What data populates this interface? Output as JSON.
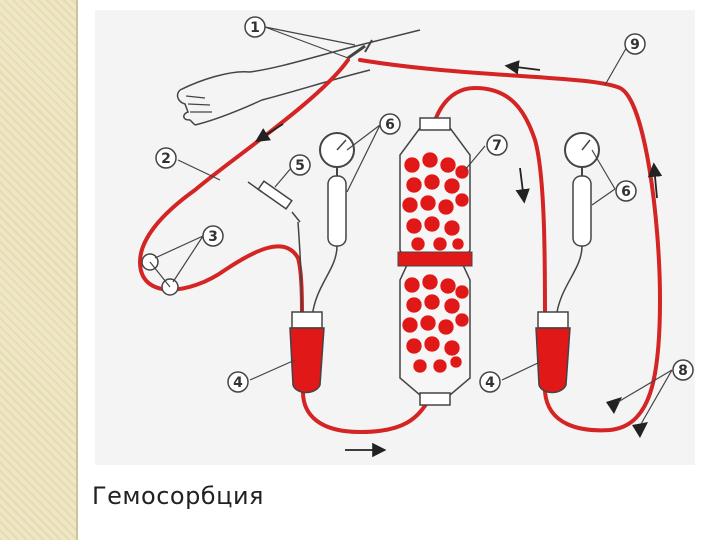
{
  "slide": {
    "caption": "Гемосорбция"
  },
  "diagram": {
    "callouts": [
      "1",
      "2",
      "3",
      "4",
      "4",
      "5",
      "6",
      "6",
      "7",
      "8",
      "9"
    ],
    "colors": {
      "tube": "#d42424",
      "blood": "#e01818",
      "outline": "#444444",
      "panel": "#f4f4f4",
      "strip": "#efe6c4"
    },
    "icons": [
      "arm-icon",
      "gauge-icon",
      "syringe-icon",
      "roller-pump-icon",
      "column-icon",
      "arrow-icon",
      "clamp-icon"
    ]
  }
}
